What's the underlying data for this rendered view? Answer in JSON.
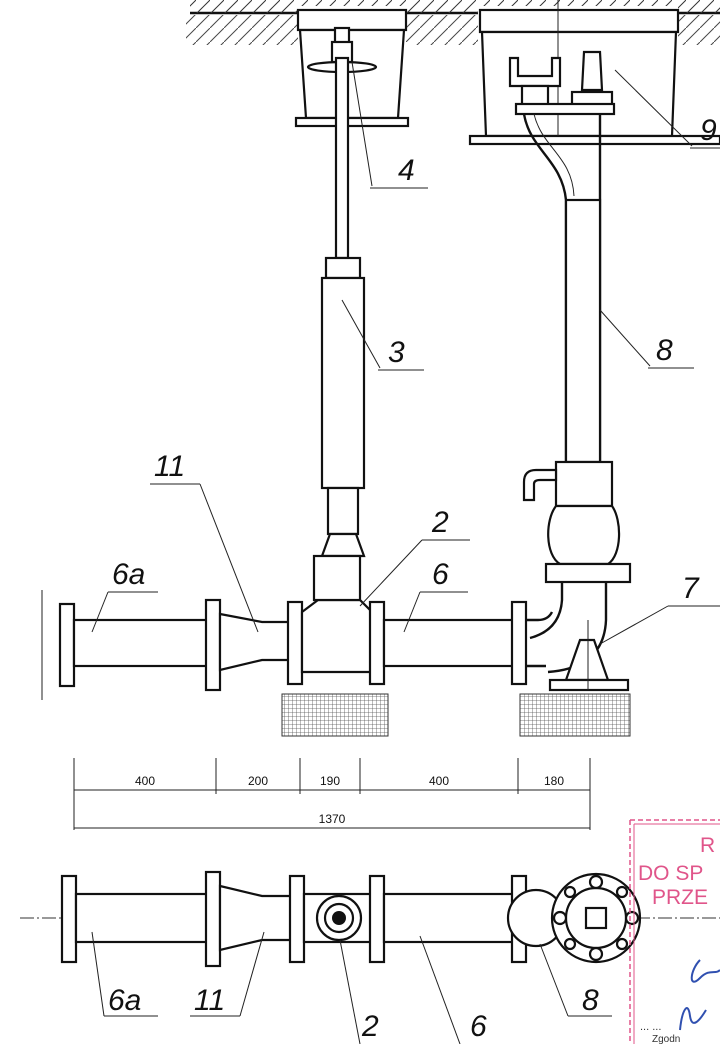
{
  "labels": {
    "part_2": "2",
    "part_3": "3",
    "part_4": "4",
    "part_6": "6",
    "part_6a": "6a",
    "part_7": "7",
    "part_8": "8",
    "part_9": "9",
    "part_11": "11"
  },
  "dimensions": {
    "d1": "400",
    "d2": "200",
    "d3": "190",
    "d4": "400",
    "d5": "180",
    "total": "1370"
  },
  "stamp": {
    "line1": "R",
    "line2": "DO SP",
    "line3": "PRZE",
    "sign_dots": "... ...",
    "footer": "Zgodn"
  },
  "colors": {
    "stamp": "#e0558a",
    "ink": "#111111"
  }
}
